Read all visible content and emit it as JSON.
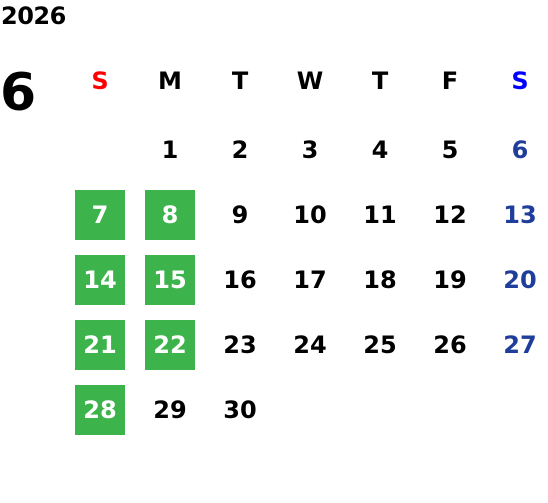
{
  "calendar": {
    "year": "2026",
    "month": "6",
    "weekdays": [
      "S",
      "M",
      "T",
      "W",
      "T",
      "F",
      "S"
    ],
    "weekday_colors": [
      "#ff0000",
      "#000000",
      "#000000",
      "#000000",
      "#000000",
      "#000000",
      "#0000ff"
    ],
    "highlight_color": "#3cb44b",
    "saturday_date_color": "#1f3d9a",
    "weeks": [
      [
        null,
        "1",
        "2",
        "3",
        "4",
        "5",
        "6"
      ],
      [
        "7",
        "8",
        "9",
        "10",
        "11",
        "12",
        "13"
      ],
      [
        "14",
        "15",
        "16",
        "17",
        "18",
        "19",
        "20"
      ],
      [
        "21",
        "22",
        "23",
        "24",
        "25",
        "26",
        "27"
      ],
      [
        "28",
        "29",
        "30",
        null,
        null,
        null,
        null
      ]
    ],
    "highlighted_dates": [
      "7",
      "8",
      "14",
      "15",
      "21",
      "22",
      "28"
    ]
  }
}
